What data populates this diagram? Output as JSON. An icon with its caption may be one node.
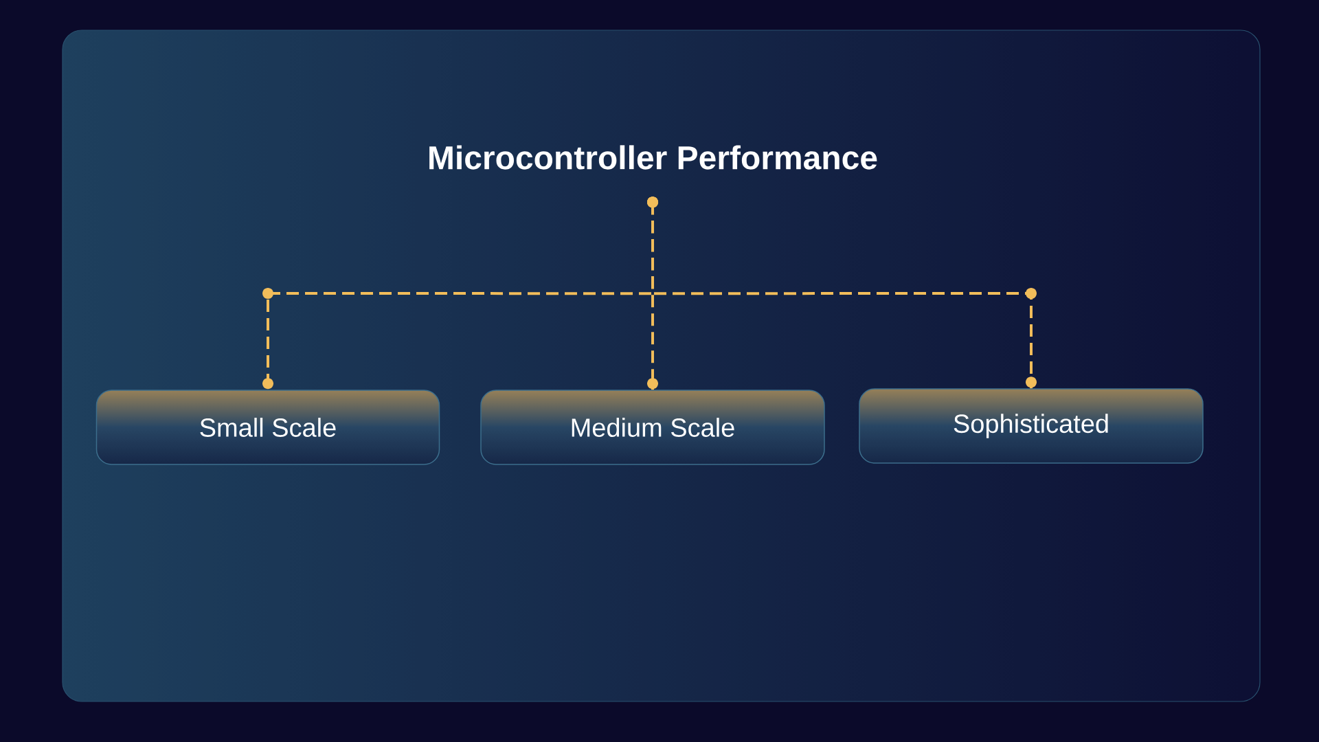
{
  "diagram": {
    "nodes": [
      {
        "text": [
          "Microcontroller Performance"
        ]
      },
      {
        "text": [
          "Small Scale"
        ]
      },
      {
        "text": [
          "Medium Scale"
        ]
      },
      {
        "text": [
          "Sophisticated"
        ]
      }
    ],
    "edges": [
      {
        "from": 0,
        "to": 1,
        "arrow": "other",
        "style": "dashed"
      },
      {
        "from": 0,
        "to": 2,
        "arrow": "other",
        "style": "dashed"
      },
      {
        "from": 0,
        "to": 3,
        "arrow": "other",
        "style": "dashed"
      }
    ]
  }
}
